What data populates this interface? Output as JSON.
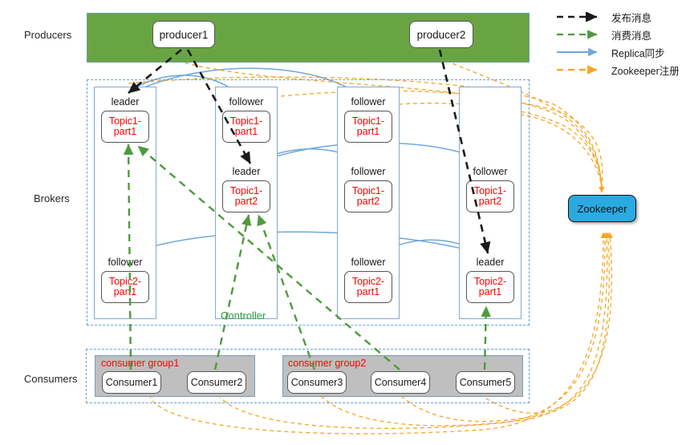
{
  "lanes": [
    {
      "id": "producers",
      "label": "Producers"
    },
    {
      "id": "brokers",
      "label": "Brokers"
    },
    {
      "id": "consumers",
      "label": "Consumers"
    }
  ],
  "producers": [
    {
      "id": "producer1",
      "label": "producer1"
    },
    {
      "id": "producer2",
      "label": "producer2"
    }
  ],
  "brokers": [
    {
      "id": "broker1",
      "controller": null,
      "partitions": [
        {
          "role": "leader",
          "label": "Topic1-\npart1",
          "row": 1
        },
        {
          "role": "follower",
          "label": "Topic2-\npart1",
          "row": 3
        }
      ]
    },
    {
      "id": "broker2",
      "controller": "Controller",
      "partitions": [
        {
          "role": "follower",
          "label": "Topic1-\npart1",
          "row": 1
        },
        {
          "role": "leader",
          "label": "Topic1-\npart2",
          "row": 2
        }
      ]
    },
    {
      "id": "broker3",
      "controller": null,
      "partitions": [
        {
          "role": "follower",
          "label": "Topic1-\npart1",
          "row": 1
        },
        {
          "role": "follower",
          "label": "Topic1-\npart2",
          "row": 2
        },
        {
          "role": "follower",
          "label": "Topic2-\npart1",
          "row": 3
        }
      ]
    },
    {
      "id": "broker4",
      "controller": null,
      "partitions": [
        {
          "role": "follower",
          "label": "Topic1-\npart2",
          "row": 2
        },
        {
          "role": "leader",
          "label": "Topic2-\npart1",
          "row": 3
        }
      ]
    }
  ],
  "consumer_groups": [
    {
      "id": "group1",
      "label": "consumer group1",
      "consumers": [
        {
          "id": "consumer1",
          "label": "Consumer1"
        },
        {
          "id": "consumer2",
          "label": "Consumer2"
        }
      ]
    },
    {
      "id": "group2",
      "label": "consumer group2",
      "consumers": [
        {
          "id": "consumer3",
          "label": "Consumer3"
        },
        {
          "id": "consumer4",
          "label": "Consumer4"
        },
        {
          "id": "consumer5",
          "label": "Consumer5"
        }
      ]
    }
  ],
  "zookeeper": {
    "label": "Zookeeper"
  },
  "legend": [
    {
      "id": "publish",
      "label": "发布消息",
      "style": "dashed",
      "color": "#1a1a1a"
    },
    {
      "id": "consume",
      "label": "消费消息",
      "style": "dashed",
      "color": "#4E9A3E"
    },
    {
      "id": "replica",
      "label": "Replica同步",
      "style": "solid",
      "color": "#6FA8DC"
    },
    {
      "id": "zookeeper",
      "label": "Zookeeper注册",
      "style": "dashed",
      "color": "#F5A623"
    }
  ],
  "colors": {
    "producer_band": "#69A443",
    "band_border": "#6b9fd4",
    "broker_border": "#85a9cd",
    "partition_text": "#FF0000",
    "controller_text": "#22A03C",
    "group_fill": "#BFBFBF",
    "group_label": "#FF0000",
    "zookeeper_fill": "#29ABE2",
    "publish_line": "#1a1a1a",
    "consume_line": "#4E9A3E",
    "replica_line": "#6FA8DC",
    "zk_line": "#F5A623"
  }
}
